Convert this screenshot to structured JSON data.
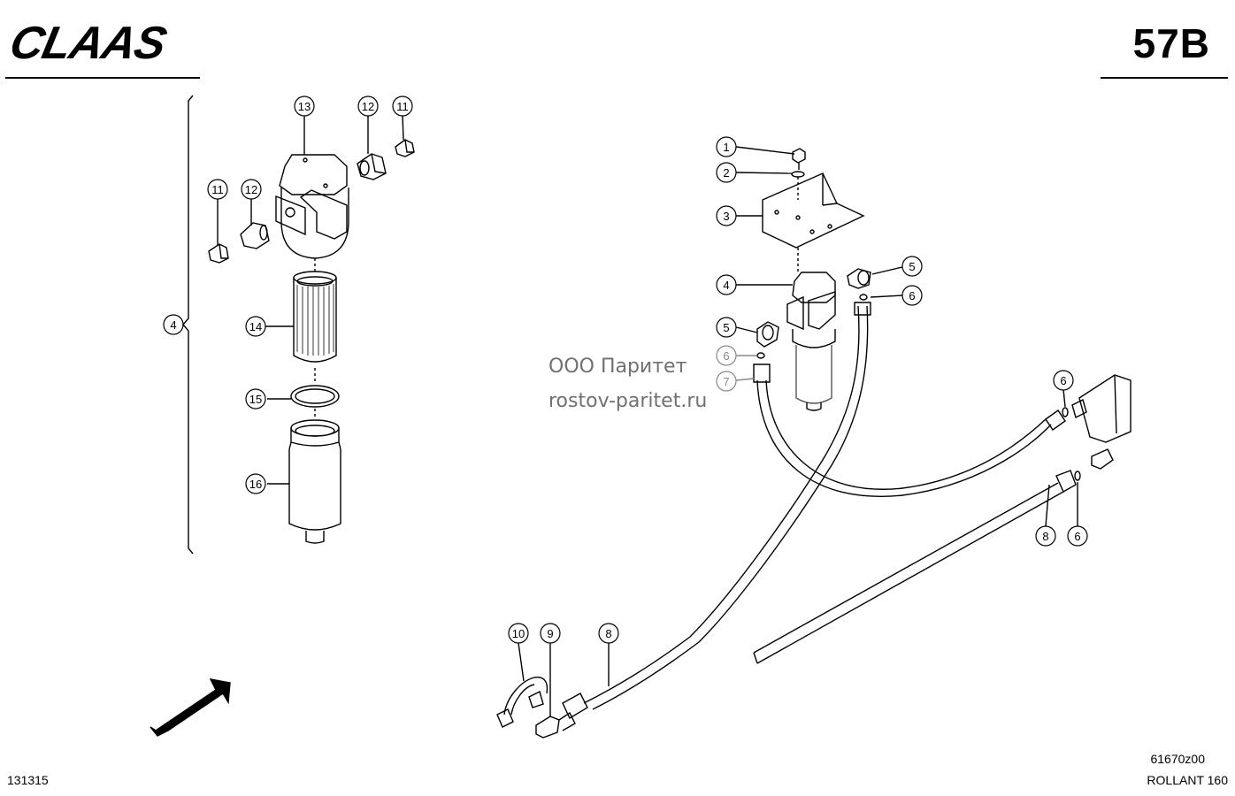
{
  "header": {
    "brand": "CLAAS",
    "page_number": "57B"
  },
  "footer": {
    "doc_number": "131315",
    "drawing_number": "61670z00",
    "model": "ROLLANT 160"
  },
  "watermark": {
    "line1": "ООО Паритет",
    "line2": "rostov-paritet.ru"
  },
  "callouts": {
    "c1": "1",
    "c2": "2",
    "c3": "3",
    "c4a": "4",
    "c4b": "4",
    "c5a": "5",
    "c5b": "5",
    "c6a": "6",
    "c6b": "6",
    "c6c": "6",
    "c6d": "6",
    "c7": "7",
    "c8a": "8",
    "c8b": "8",
    "c9": "9",
    "c10": "10",
    "c11a": "11",
    "c11b": "11",
    "c12a": "12",
    "c12b": "12",
    "c13": "13",
    "c14": "14",
    "c15": "15",
    "c16": "16"
  },
  "icons": {
    "direction": "travel-direction-arrow-icon"
  }
}
